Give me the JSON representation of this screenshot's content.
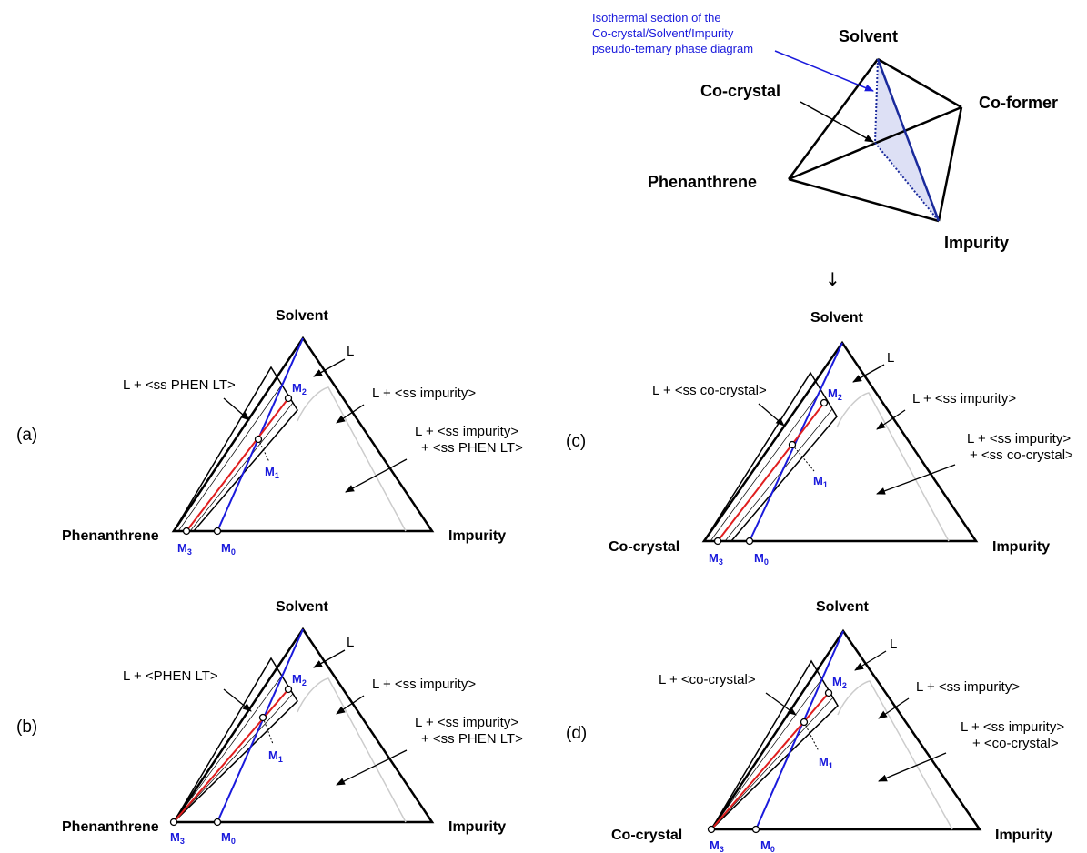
{
  "tetrahedron": {
    "note_lines": [
      "Isothermal section of the",
      "Co-crystal/Solvent/Impurity",
      "pseudo-ternary phase diagram"
    ],
    "vertices": {
      "solvent": "Solvent",
      "coformer": "Co-former",
      "cocrystal": "Co-crystal",
      "phenanthrene": "Phenanthrene",
      "impurity": "Impurity"
    },
    "arrow": "↓"
  },
  "panels": {
    "a": {
      "tag": "(a)",
      "vertices": {
        "top": "Solvent",
        "left": "Phenanthrene",
        "right": "Impurity"
      },
      "regions": {
        "liquid": "L",
        "left_phase": "L + <ss PHEN LT>",
        "right_phase": "L + <ss impurity>",
        "three_phase_1": "L + <ss impurity>",
        "three_phase_2": "+ <ss PHEN LT>"
      },
      "points": {
        "m2": "M",
        "m2_sub": "2",
        "m1": "M",
        "m1_sub": "1",
        "m3": "M",
        "m3_sub": "3",
        "m0": "M",
        "m0_sub": "0"
      }
    },
    "b": {
      "tag": "(b)",
      "vertices": {
        "top": "Solvent",
        "left": "Phenanthrene",
        "right": "Impurity"
      },
      "regions": {
        "liquid": "L",
        "left_phase": "L + <PHEN LT>",
        "right_phase": "L + <ss impurity>",
        "three_phase_1": "L + <ss impurity>",
        "three_phase_2": "+ <ss PHEN LT>"
      },
      "points": {
        "m2": "M",
        "m2_sub": "2",
        "m1": "M",
        "m1_sub": "1",
        "m3": "M",
        "m3_sub": "3",
        "m0": "M",
        "m0_sub": "0"
      }
    },
    "c": {
      "tag": "(c)",
      "vertices": {
        "top": "Solvent",
        "left": "Co-crystal",
        "right": "Impurity"
      },
      "regions": {
        "liquid": "L",
        "left_phase": "L + <ss co-crystal>",
        "right_phase": "L + <ss impurity>",
        "three_phase_1": "L + <ss impurity>",
        "three_phase_2": "+ <ss co-crystal>"
      },
      "points": {
        "m2": "M",
        "m2_sub": "2",
        "m1": "M",
        "m1_sub": "1",
        "m3": "M",
        "m3_sub": "3",
        "m0": "M",
        "m0_sub": "0"
      }
    },
    "d": {
      "tag": "(d)",
      "vertices": {
        "top": "Solvent",
        "left": "Co-crystal",
        "right": "Impurity"
      },
      "regions": {
        "liquid": "L",
        "left_phase": "L + <co-crystal>",
        "right_phase": "L + <ss impurity>",
        "three_phase_1": "L + <ss impurity>",
        "three_phase_2": "+ <co-crystal>"
      },
      "points": {
        "m2": "M",
        "m2_sub": "2",
        "m1": "M",
        "m1_sub": "1",
        "m3": "M",
        "m3_sub": "3",
        "m0": "M",
        "m0_sub": "0"
      }
    }
  },
  "colors": {
    "outline": "#000000",
    "liquid_line": "#1a1adc",
    "tie_line": "#e01e1e",
    "solubility_curve": "#cccccc",
    "section_fill": "#dde0f5"
  }
}
